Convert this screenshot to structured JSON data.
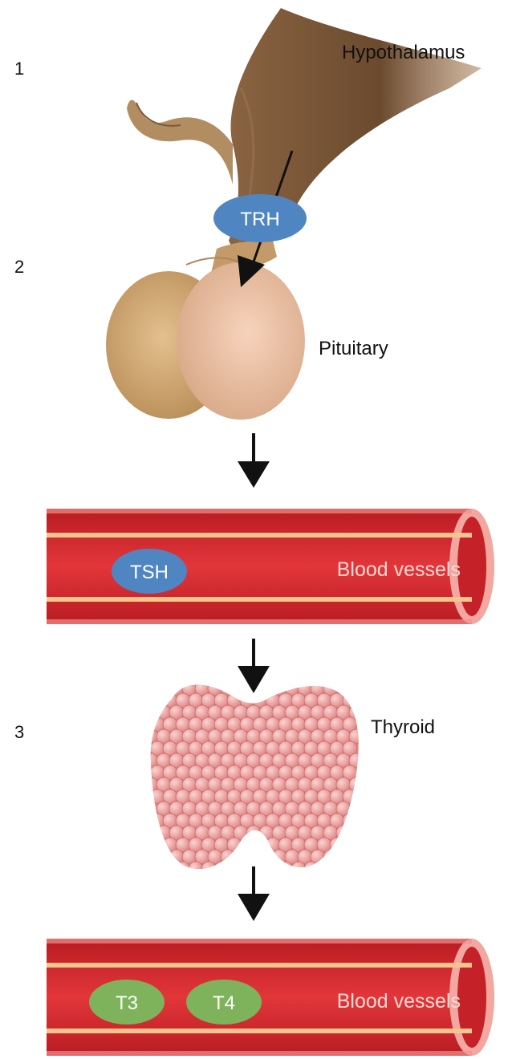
{
  "steps": [
    "1",
    "2",
    "3"
  ],
  "labels": {
    "hypothalamus": "Hypothalamus",
    "pituitary": "Pituitary",
    "blood_vessels_1": "Blood vessels",
    "thyroid": "Thyroid",
    "blood_vessels_2": "Blood vessels"
  },
  "hormones": {
    "trh": "TRH",
    "tsh": "TSH",
    "t3": "T3",
    "t4": "T4"
  },
  "colors": {
    "hormone_blue": "#4f86c2",
    "hormone_green": "#7fb35b",
    "vessel_red": "#d9262c",
    "vessel_stripe": "#f6c58e",
    "pituitary_tan": "#c9a06c",
    "thyroid_pink": "#e88f8f",
    "arrow": "#1a1a1a"
  }
}
